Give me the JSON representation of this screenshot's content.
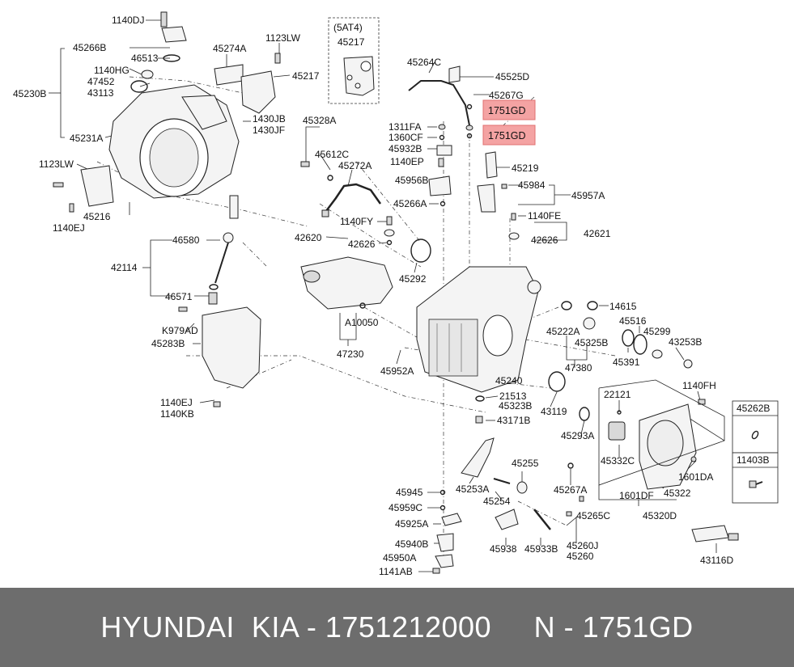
{
  "colors": {
    "footer_bg": "#6d6d6d",
    "footer_text": "#ffffff",
    "highlight_fill": "#f4a3a3",
    "highlight_stroke": "#e07070",
    "line": "#222222"
  },
  "footer": {
    "text": "HYUNDAI  KIA - 1751212000     N - 1751GD"
  },
  "variant_box": {
    "label": "(5AT4)",
    "part": "45217"
  },
  "highlighted_parts": [
    "1751GD",
    "1751GD"
  ],
  "inset_boxes": [
    {
      "label": "45262B"
    },
    {
      "label": "11403B"
    }
  ],
  "labels": [
    "1140DJ",
    "45266B",
    "46513",
    "1140HG",
    "47452",
    "43113",
    "45230B",
    "45231A",
    "45274A",
    "1123LW",
    "45217",
    "1430JB",
    "1430JF",
    "1123LW",
    "45216",
    "1140EJ",
    "45328A",
    "45612C",
    "45272A",
    "46580",
    "42114",
    "46571",
    "K979AD",
    "45283B",
    "1140EJ",
    "1140KB",
    "45264C",
    "45525D",
    "45267G",
    "1311FA",
    "1360CF",
    "45932B",
    "1140EP",
    "45956B",
    "45266A",
    "45219",
    "45984",
    "45957A",
    "1140FE",
    "1140FY",
    "42620",
    "42626",
    "42626",
    "42621",
    "45292",
    "A10050",
    "47230",
    "45952A",
    "14615",
    "45222A",
    "45516",
    "45299",
    "45325B",
    "43253B",
    "45391",
    "47380",
    "45240",
    "43119",
    "21513",
    "45323B",
    "43171B",
    "1140FH",
    "22121",
    "45293A",
    "45332C",
    "1601DA",
    "45322",
    "1601DF",
    "45320D",
    "45255",
    "45267A",
    "45265C",
    "45260J",
    "45260",
    "45945",
    "45253A",
    "45254",
    "45959C",
    "45925A",
    "45940B",
    "45938",
    "45933B",
    "45950A",
    "1141AB",
    "43116D"
  ]
}
